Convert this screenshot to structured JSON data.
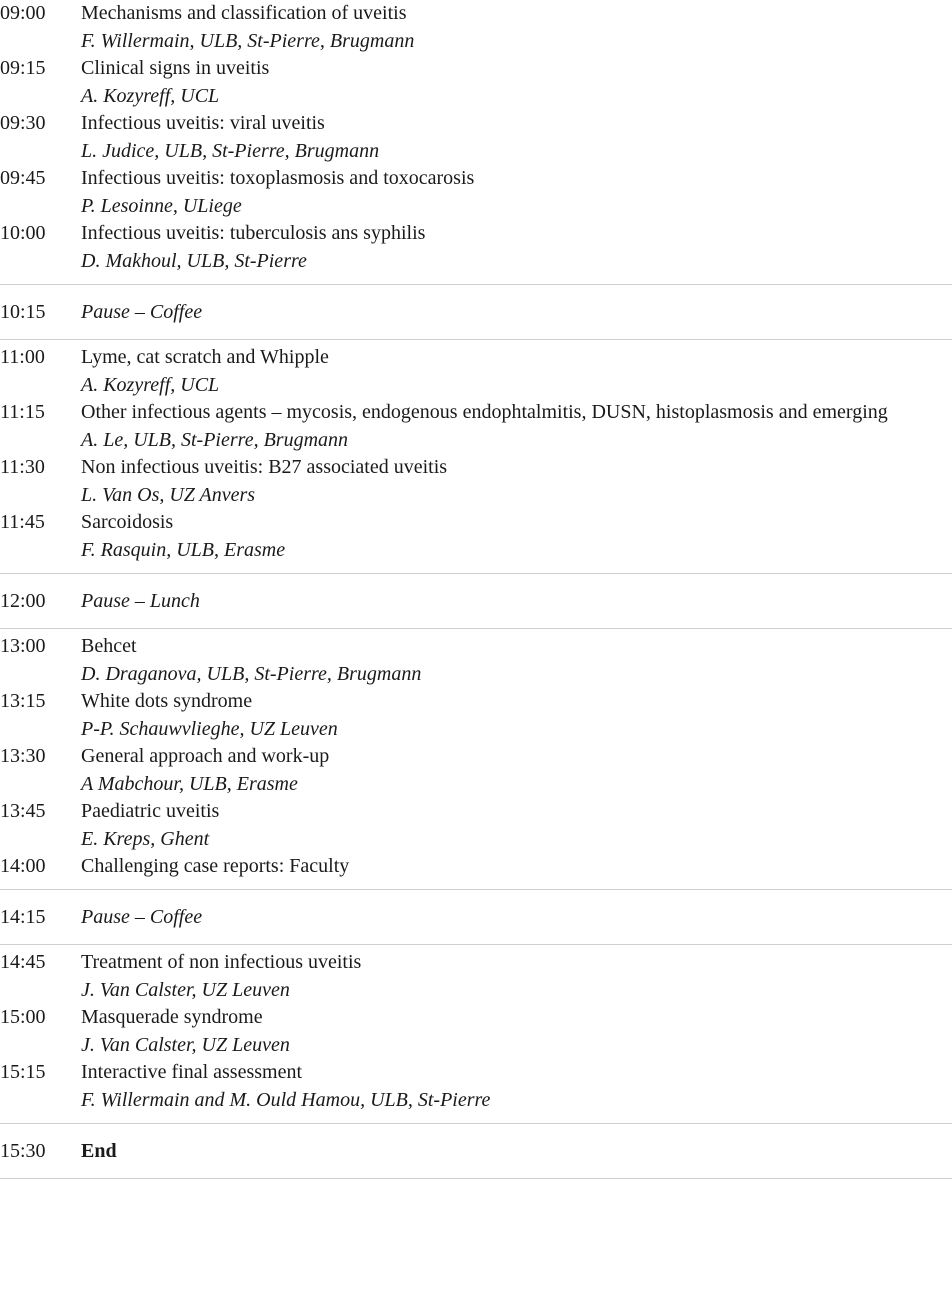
{
  "sessions": [
    {
      "type": "talks",
      "items": [
        {
          "time": "09:00",
          "title": "Mechanisms and classification of uveitis",
          "speaker": "F. Willermain, ULB, St-Pierre, Brugmann"
        },
        {
          "time": "09:15",
          "title": "Clinical signs in uveitis",
          "speaker": "A. Kozyreff, UCL"
        },
        {
          "time": "09:30",
          "title": "Infectious uveitis: viral uveitis",
          "speaker": "L. Judice, ULB, St-Pierre, Brugmann"
        },
        {
          "time": "09:45",
          "title": "Infectious uveitis: toxoplasmosis and toxocarosis",
          "speaker": "P. Lesoinne, ULiege"
        },
        {
          "time": "10:00",
          "title": "Infectious uveitis: tuberculosis ans syphilis",
          "speaker": "D. Makhoul, ULB, St-Pierre"
        }
      ]
    },
    {
      "type": "pause",
      "items": [
        {
          "time": "10:15",
          "title": "Pause – Coffee"
        }
      ]
    },
    {
      "type": "talks",
      "items": [
        {
          "time": "11:00",
          "title": "Lyme, cat scratch and Whipple",
          "speaker": "A. Kozyreff, UCL"
        },
        {
          "time": "11:15",
          "title": "Other infectious agents – mycosis, endogenous endophtalmitis, DUSN, histoplasmosis and emerging",
          "speaker": "A. Le, ULB, St-Pierre, Brugmann"
        },
        {
          "time": "11:30",
          "title": "Non infectious uveitis: B27 associated uveitis",
          "speaker": "L. Van Os, UZ Anvers"
        },
        {
          "time": "11:45",
          "title": "Sarcoidosis",
          "speaker": "F. Rasquin, ULB, Erasme"
        }
      ]
    },
    {
      "type": "pause",
      "items": [
        {
          "time": "12:00",
          "title": "Pause – Lunch"
        }
      ]
    },
    {
      "type": "talks",
      "items": [
        {
          "time": "13:00",
          "title": "Behcet",
          "speaker": "D. Draganova, ULB, St-Pierre, Brugmann"
        },
        {
          "time": "13:15",
          "title": "White dots syndrome",
          "speaker": "P-P. Schauwvlieghe, UZ Leuven"
        },
        {
          "time": "13:30",
          "title": "General approach and work-up",
          "speaker": "A Mabchour, ULB, Erasme"
        },
        {
          "time": "13:45",
          "title": "Paediatric uveitis",
          "speaker": "E. Kreps, Ghent"
        },
        {
          "time": "14:00",
          "title": "Challenging case reports: Faculty",
          "speaker": ""
        }
      ]
    },
    {
      "type": "pause",
      "items": [
        {
          "time": "14:15",
          "title": "Pause – Coffee"
        }
      ]
    },
    {
      "type": "talks",
      "items": [
        {
          "time": "14:45",
          "title": "Treatment of non infectious uveitis",
          "speaker": "J. Van Calster, UZ Leuven"
        },
        {
          "time": "15:00",
          "title": "Masquerade syndrome",
          "speaker": "J. Van Calster, UZ Leuven"
        },
        {
          "time": "15:15",
          "title": "Interactive final assessment",
          "speaker": "F. Willermain and M. Ould Hamou, ULB, St-Pierre"
        }
      ]
    },
    {
      "type": "end",
      "items": [
        {
          "time": "15:30",
          "title": "End"
        }
      ]
    }
  ]
}
